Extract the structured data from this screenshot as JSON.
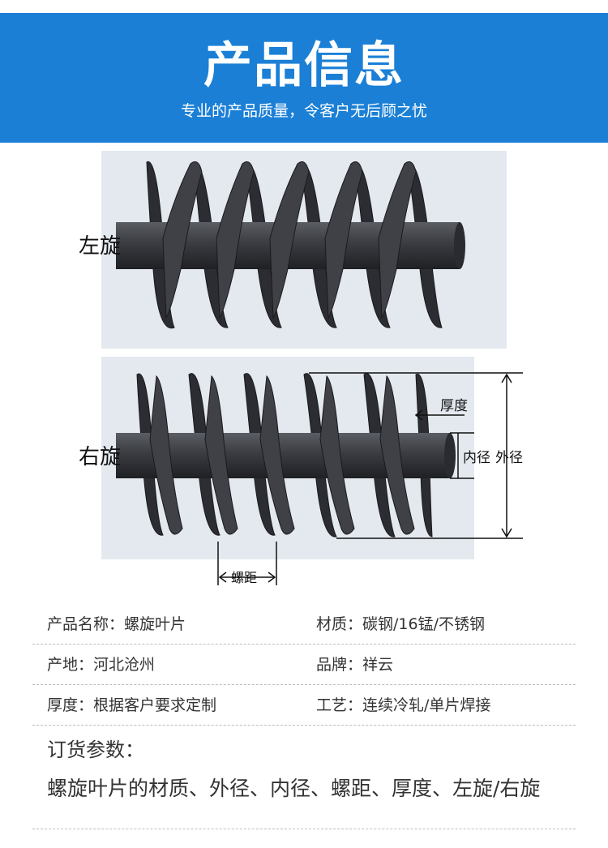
{
  "header": {
    "title": "产品信息",
    "subtitle": "专业的产品质量，令客户无后顾之忧"
  },
  "diagram": {
    "label_left_rotation": "左旋",
    "label_right_rotation": "右旋",
    "label_thickness": "厚度",
    "label_inner_diameter": "内径",
    "label_outer_diameter": "外径",
    "label_pitch": "螺距"
  },
  "specs": [
    {
      "left": "产品名称：螺旋叶片",
      "right": "材质：碳钢/16锰/不锈钢"
    },
    {
      "left": "产地：河北沧州",
      "right": "品牌：祥云"
    },
    {
      "left": "厚度：根据客户要求定制",
      "right": "工艺：连续冷轧/单片焊接"
    }
  ],
  "order": {
    "title": "订货参数：",
    "text": "螺旋叶片的材质、外径、内径、螺距、厚度、左旋/右旋"
  },
  "colors": {
    "banner": "#1b7fd6",
    "screw": "#3d3f44",
    "screw_dark": "#222327",
    "panel_bg": "#dde6ee"
  }
}
